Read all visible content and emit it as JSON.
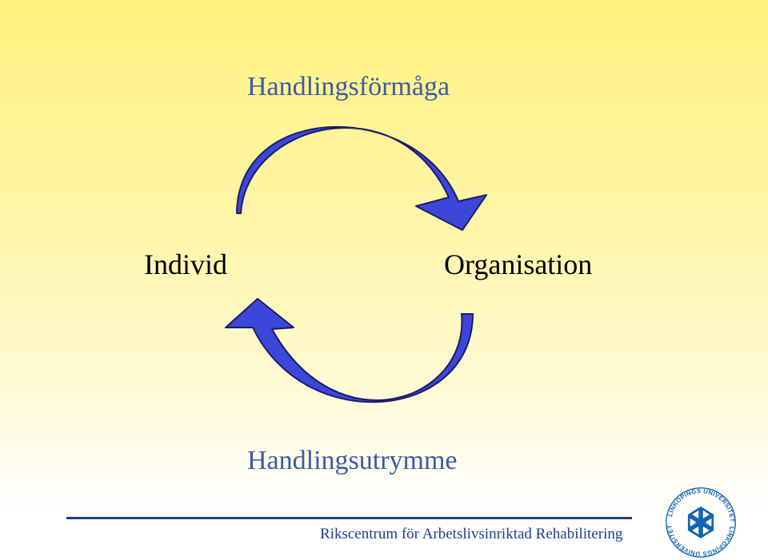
{
  "diagram": {
    "top_label": "Handlingsförmåga",
    "left_label": "Individ",
    "right_label": "Organisation",
    "bottom_label": "Handlingsutrymme",
    "arrow_fill": "#3B47D9",
    "arrow_stroke": "#1C1C6A"
  },
  "footer": {
    "text": "Rikscentrum för Arbetslivsinriktad Rehabilitering",
    "color": "#1F3D8C"
  },
  "logo": {
    "ring_text": "LINKÖPINGS UNIVERSITET",
    "color": "#1466B0"
  }
}
